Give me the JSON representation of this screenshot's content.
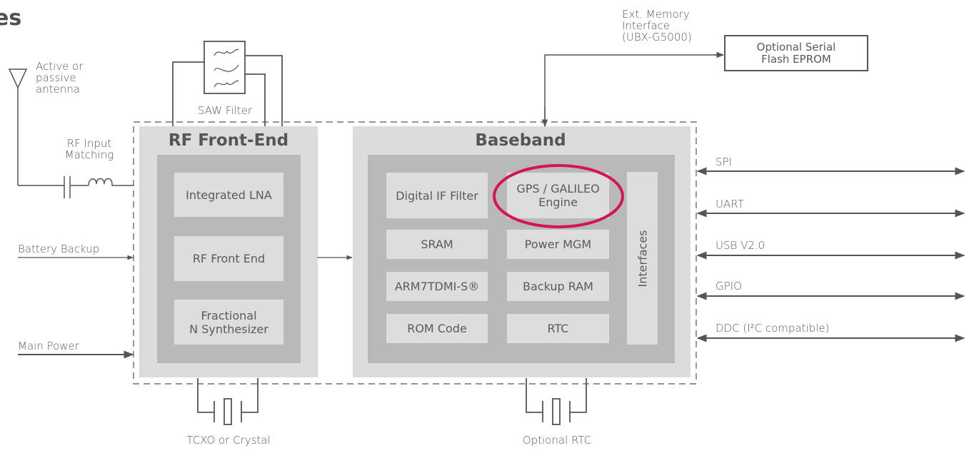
{
  "page": {
    "heading_fragment": "es"
  },
  "external": {
    "antenna_label": [
      "Active or",
      "passive",
      "antenna"
    ],
    "saw_filter_label": "SAW Filter",
    "rf_input_matching_label": [
      "RF Input",
      "Matching"
    ],
    "battery_backup_label": "Battery Backup",
    "main_power_label": "Main Power",
    "tcxo_label": "TCXO or Crystal",
    "optional_rtc_label": "Optional RTC",
    "ext_memory_label": [
      "Ext. Memory",
      "Interface",
      "(UBX-G5000)"
    ],
    "flash_box_label": [
      "Optional Serial",
      "Flash EPROM"
    ]
  },
  "rf_front_end": {
    "title": "RF Front-End",
    "cells": [
      {
        "label": "Integrated LNA"
      },
      {
        "label": "RF Front End"
      },
      {
        "label_lines": [
          "Fractional",
          "N Synthesizer"
        ]
      }
    ]
  },
  "baseband": {
    "title": "Baseband",
    "cells": [
      {
        "id": "digital-if-filter",
        "label": "Digital IF Filter"
      },
      {
        "id": "gps-galileo-engine",
        "label_lines": [
          "GPS / GALILEO",
          "Engine"
        ],
        "highlighted": true
      },
      {
        "id": "sram",
        "label": "SRAM"
      },
      {
        "id": "power-mgm",
        "label": "Power MGM"
      },
      {
        "id": "arm7tdmi",
        "label": "ARM7TDMI-S®"
      },
      {
        "id": "backup-ram",
        "label": "Backup RAM"
      },
      {
        "id": "rom-code",
        "label": "ROM Code"
      },
      {
        "id": "rtc",
        "label": "RTC"
      }
    ],
    "interfaces_label": "Interfaces"
  },
  "io_ports": [
    {
      "label": "SPI"
    },
    {
      "label": "UART"
    },
    {
      "label": "USB V2.0"
    },
    {
      "label": "GPIO"
    },
    {
      "label": "DDC (I²C compatible)"
    }
  ],
  "colors": {
    "line": "#555555",
    "outer_block": "#dcdcdc",
    "inner_block": "#b9b9b9",
    "cell": "#dddddd",
    "highlight": "#d4145a"
  }
}
